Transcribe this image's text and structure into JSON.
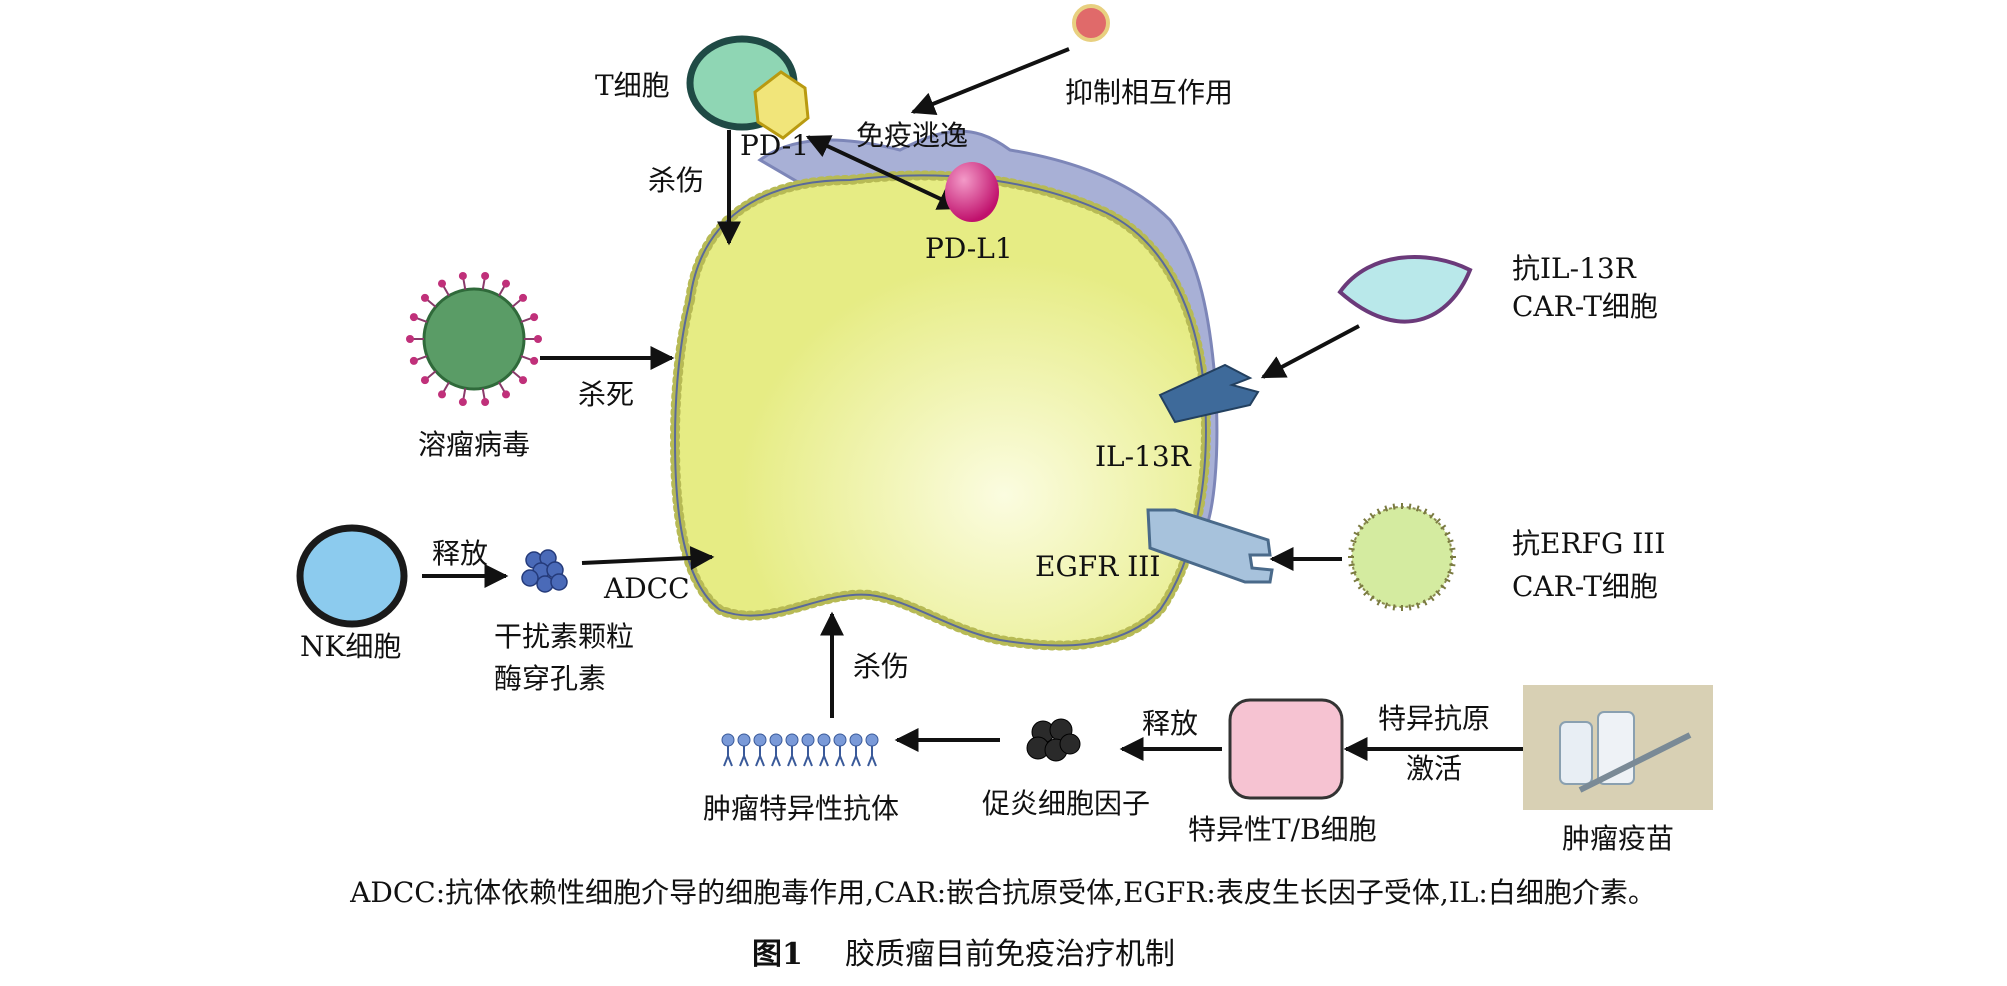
{
  "labels": {
    "t_cell": "T细胞",
    "pd1": "PD-1",
    "immune_escape": "免疫逃逸",
    "inhibit_interaction": "抑制相互作用",
    "kill_injury_top": "杀伤",
    "pdl1": "PD-L1",
    "oncolytic_virus": "溶瘤病毒",
    "kill": "杀死",
    "car_t_il13r_line1": "抗IL-13R",
    "car_t_il13r_line2": "CAR-T细胞",
    "il13r": "IL-13R",
    "egfr3": "EGFR III",
    "car_t_egfr_line1": "抗ERFG III",
    "car_t_egfr_line2": "CAR-T细胞",
    "nk_cell": "NK细胞",
    "release_nk": "释放",
    "granules_line1": "干扰素颗粒",
    "granules_line2": "酶穿孔素",
    "adcc": "ADCC",
    "kill_injury_bottom": "杀伤",
    "tumor_antibody": "肿瘤特异性抗体",
    "cytokines": "促炎细胞因子",
    "release_tb": "释放",
    "specific_tb_cell": "特异性T/B细胞",
    "antigen_activate_line1": "特异抗原",
    "antigen_activate_line2": "激活",
    "tumor_vaccine": "肿瘤疫苗"
  },
  "caption": {
    "abbreviations": "ADCC:抗体依赖性细胞介导的细胞毒作用,CAR:嵌合抗原受体,EGFR:表皮生长因子受体,IL:白细胞介素。",
    "figure_number": "图1",
    "figure_title": "胶质瘤目前免疫治疗机制"
  },
  "colors": {
    "tumor": "#e8ee8a",
    "tumor_back": "#a8b0d6",
    "t_cell": "#8fd6b4",
    "nk_cell": "#8ccbee",
    "car_t_il13r": "#b9e8ea",
    "car_t_egfr": "#d4eba0",
    "tb_cell": "#f6c3d2",
    "pdl1": "#d4187a"
  }
}
